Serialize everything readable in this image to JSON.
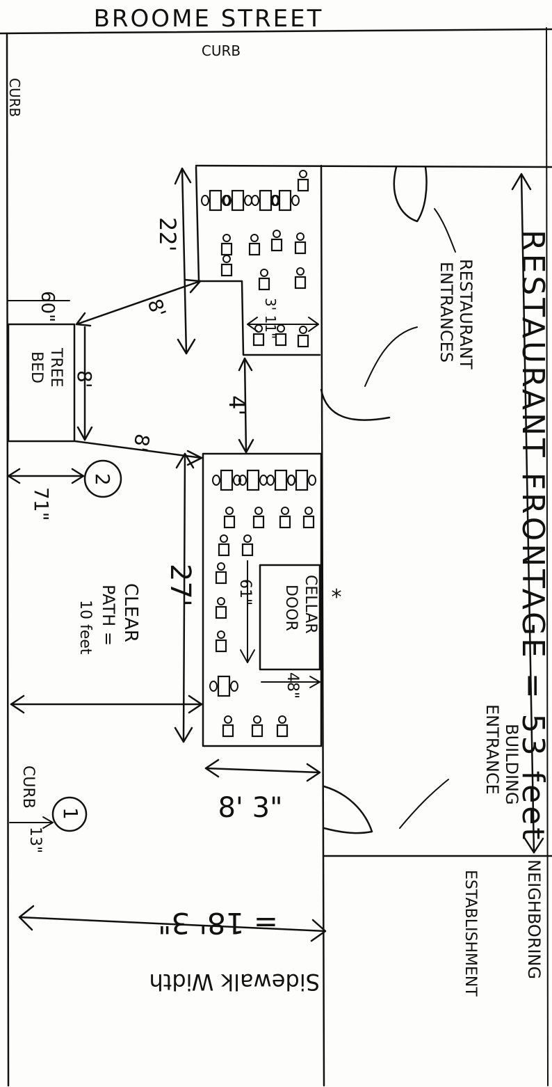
{
  "street": "BROOME STREET",
  "curb_label": "CURB",
  "curb_label_side": "CURB",
  "curb_label_bottom": "CURB",
  "restaurant_frontage": "RESTAURANT FRONTAGE = 53 feet",
  "restaurant_entrances": [
    "RESTAURANT",
    "ENTRANCES"
  ],
  "building_entrance": [
    "BUILDING",
    "ENTRANCE"
  ],
  "neighboring_establishment": [
    "NEIGHBORING",
    "ESTABLISHMENT"
  ],
  "tree_bed": [
    "TREE",
    "BED"
  ],
  "clear_path": [
    "CLEAR",
    "PATH =",
    "10 feet"
  ],
  "cellar_door": [
    "CELLAR",
    "DOOR"
  ],
  "sidewalk_width": [
    "= 18' 3\"",
    "Sidewalk Width"
  ],
  "tree_markers": [
    "2",
    "1"
  ],
  "star_mark": "*",
  "dims": {
    "d_22": "22'",
    "d_8a": "8'",
    "d_8b": "8'",
    "d_8c": "8'",
    "d_4": "4'",
    "d_27": "27'",
    "d_3_11": "3' 11\"",
    "d_60": "60\"",
    "d_71": "71\"",
    "d_13": "13\"",
    "d_61": "61\"",
    "d_48": "48\"",
    "d_8_3": "8' 3\""
  }
}
